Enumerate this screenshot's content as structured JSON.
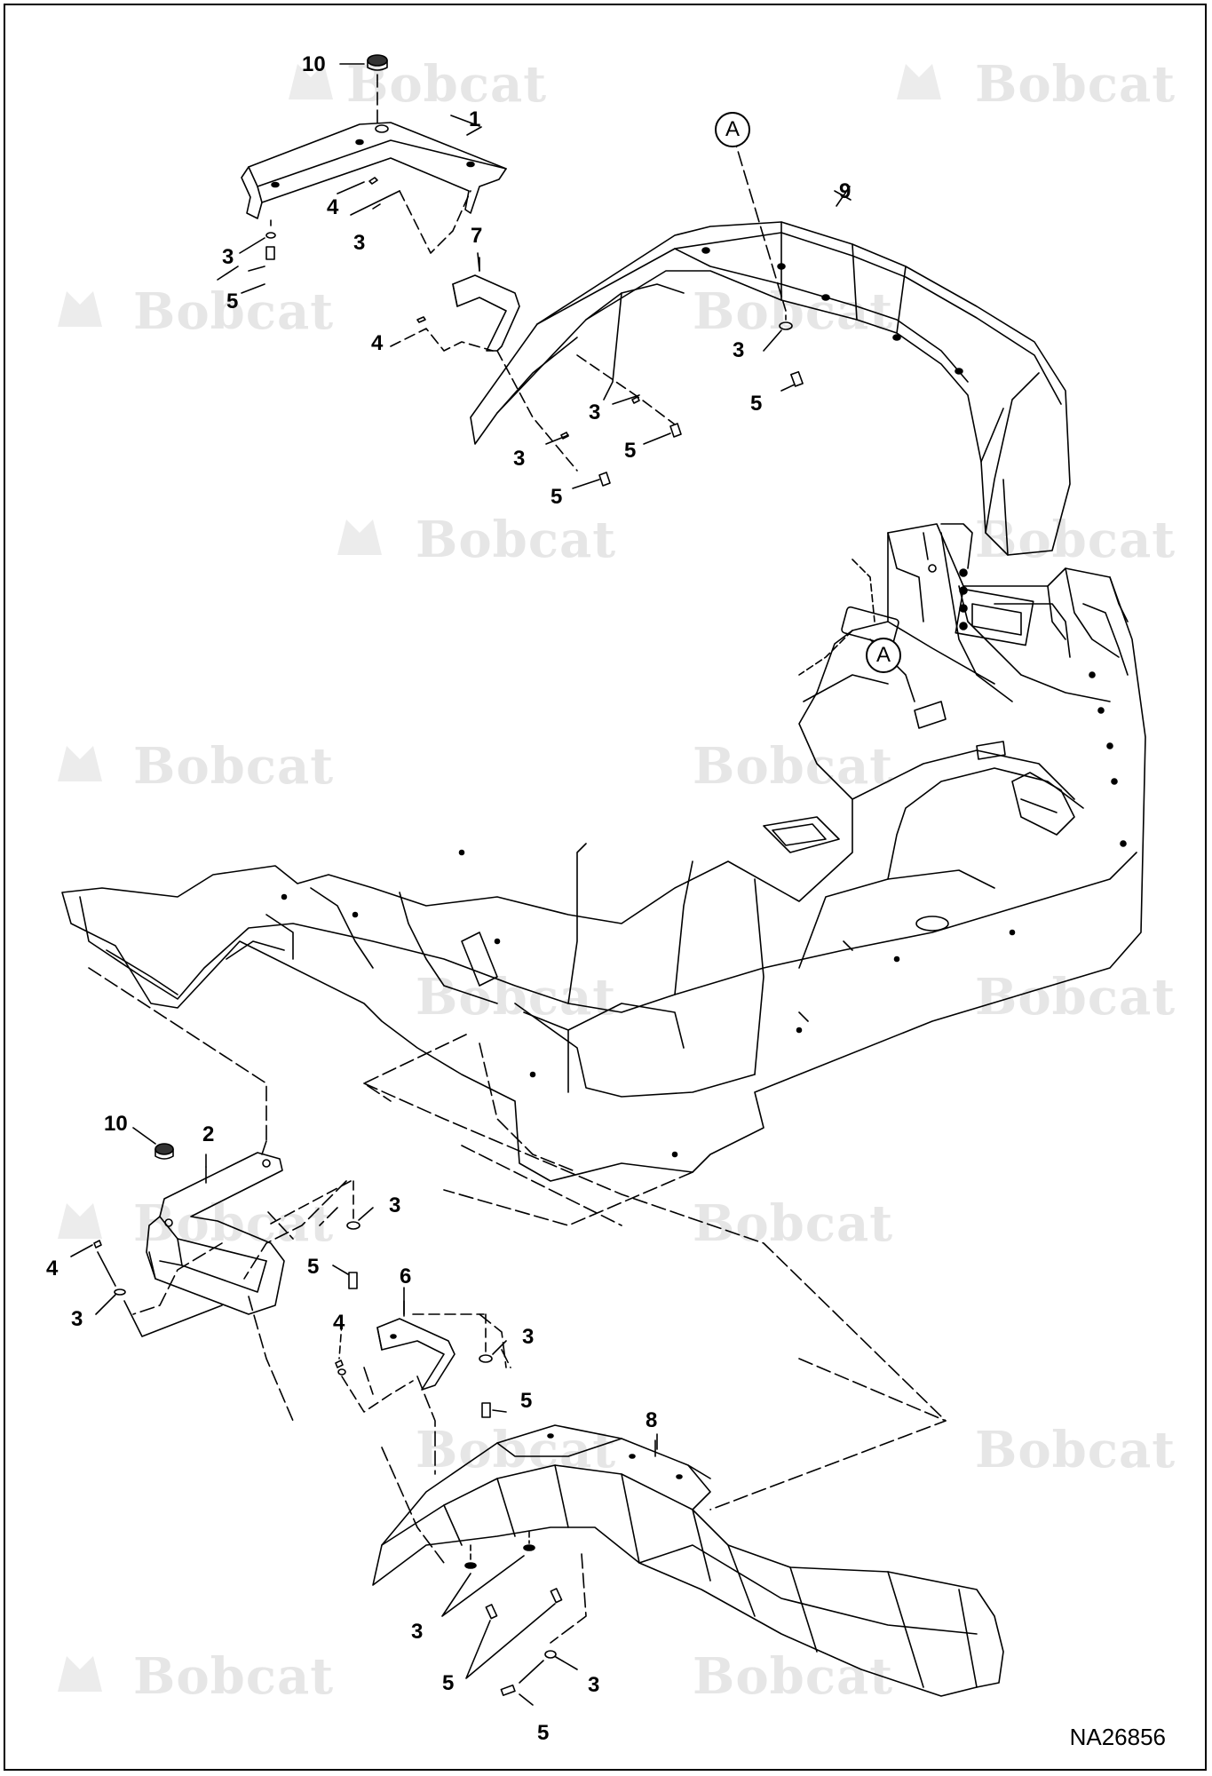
{
  "watermark_text": "Bobcat",
  "reference_code": "NA26856",
  "detail_marker": "A",
  "callouts": {
    "c10_top": "10",
    "c1": "1",
    "c4_a": "4",
    "c3_a": "3",
    "c3_b": "3",
    "c5_a": "5",
    "c7": "7",
    "c4_b": "4",
    "c9": "9",
    "c3_c": "3",
    "c5_b": "5",
    "c3_d": "3",
    "c5_c": "5",
    "c3_e": "3",
    "c5_d": "5",
    "c10_bot": "10",
    "c2": "2",
    "c3_f": "3",
    "c4_c": "4",
    "c5_e": "5",
    "c3_g": "3",
    "c6": "6",
    "c4_d": "4",
    "c3_h": "3",
    "c5_f": "5",
    "c8": "8",
    "c3_i": "3",
    "c5_g": "5",
    "c3_j": "3",
    "c5_h": "5"
  },
  "colors": {
    "line": "#000000",
    "watermark": "#e6e6e6"
  }
}
